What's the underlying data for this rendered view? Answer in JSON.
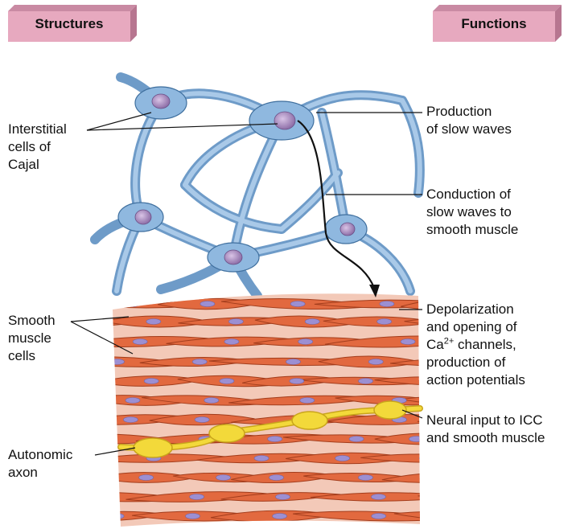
{
  "headers": {
    "structures": "Structures",
    "functions": "Functions"
  },
  "structures": {
    "icc": [
      "Interstitial",
      "cells of",
      "Cajal"
    ],
    "smooth_muscle": [
      "Smooth",
      "muscle",
      "cells"
    ],
    "axon": [
      "Autonomic",
      "axon"
    ]
  },
  "functions": {
    "slow_waves": [
      "Production",
      "of slow waves"
    ],
    "conduction": [
      "Conduction of",
      "slow waves to",
      "smooth muscle"
    ],
    "depolarization_line1": "Depolarization",
    "depolarization_line2": "and opening of",
    "ca": "Ca",
    "ca_charge": "2+",
    "ca_rest": " channels,",
    "depolarization_line4": "production of",
    "depolarization_line5": "action potentials",
    "neural": [
      "Neural input to ICC",
      "and smooth muscle"
    ]
  },
  "colors": {
    "tab_face": "#e7a9bf",
    "tab_side": "#c98aa3",
    "icc_fill": "#8fb8df",
    "icc_stroke": "#3f6f9e",
    "icc_nucleus": "#9a8fb8",
    "muscle_fill": "#e2693f",
    "muscle_stroke": "#a33d1c",
    "muscle_nucleus": "#9c8fd2",
    "axon": "#f3d93a"
  }
}
